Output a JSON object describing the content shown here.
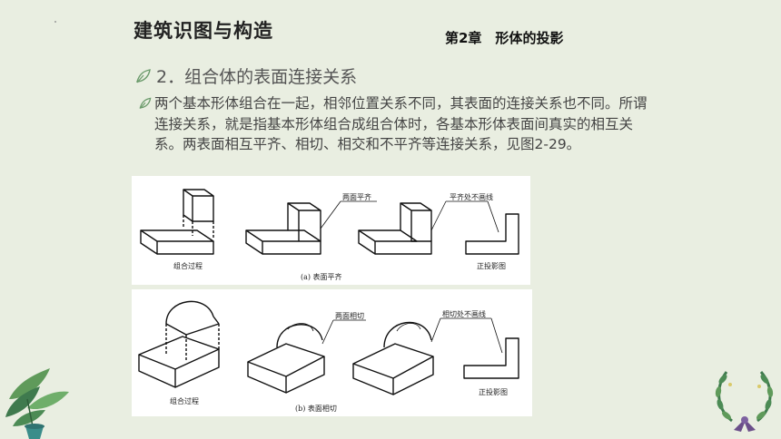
{
  "header": {
    "course_title": "建筑识图与构造",
    "chapter_title": "第2章　形体的投影"
  },
  "section": {
    "heading": "2．组合体的表面连接关系",
    "paragraph": "两个基本形体组合在一起，相邻位置关系不同，其表面的连接关系也不同。所谓连接关系，就是指基本形体组合成组合体时，各基本形体表面间真实的相互关系。两表面相互平齐、相切、相交和不平齐等连接关系，见图2-29。"
  },
  "figure_a": {
    "label_combo": "组合过程",
    "label_flush": "两面平齐",
    "label_no_line": "平齐处不画线",
    "label_front": "正投影图",
    "caption": "(a)  表面平齐"
  },
  "figure_b": {
    "label_combo": "组合过程",
    "label_tangent": "两面相切",
    "label_no_line": "相切处不画线",
    "label_front": "正投影图",
    "caption": "(b) 表面相切"
  },
  "colors": {
    "background": "#e9eee1",
    "panel": "#ffffff",
    "leaf_green": "#3f7a4e",
    "wreath_purple": "#6b4f8a"
  }
}
